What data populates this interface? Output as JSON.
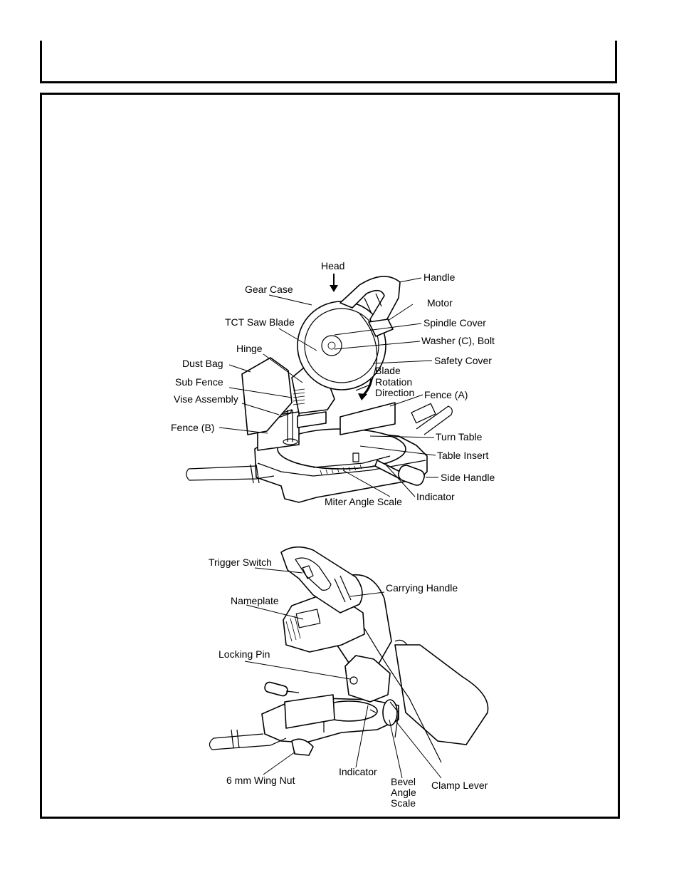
{
  "figure_top": {
    "labels": {
      "head": "Head",
      "handle": "Handle",
      "gear_case": "Gear Case",
      "motor": "Motor",
      "tct_saw_blade": "TCT Saw Blade",
      "spindle_cover": "Spindle Cover",
      "hinge": "Hinge",
      "washer_bolt": "Washer (C), Bolt",
      "dust_bag": "Dust Bag",
      "safety_cover": "Safety Cover",
      "blade_rotation_1": "Blade",
      "blade_rotation_2": "Rotation",
      "blade_rotation_3": "Direction",
      "sub_fence": "Sub Fence",
      "fence_a": "Fence (A)",
      "vise_assembly": "Vise Assembly",
      "fence_b": "Fence (B)",
      "turn_table": "Turn Table",
      "table_insert": "Table Insert",
      "side_handle": "Side Handle",
      "indicator": "Indicator",
      "miter_angle_scale": "Miter Angle Scale"
    }
  },
  "figure_bottom": {
    "labels": {
      "trigger_switch": "Trigger Switch",
      "carrying_handle": "Carrying Handle",
      "nameplate": "Nameplate",
      "locking_pin": "Locking Pin",
      "wing_nut": "6 mm Wing Nut",
      "indicator": "Indicator",
      "bevel_1": "Bevel",
      "bevel_2": "Angle",
      "bevel_3": "Scale",
      "clamp_lever": "Clamp Lever"
    }
  }
}
